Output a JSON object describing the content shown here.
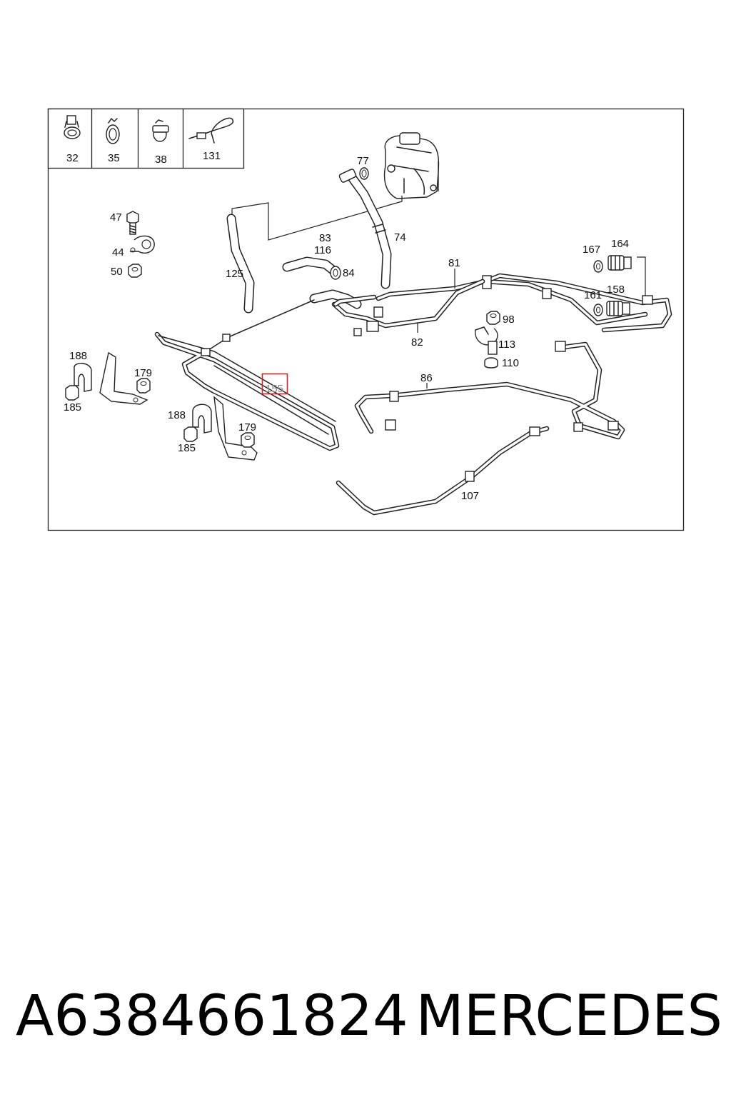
{
  "inset_parts": [
    {
      "label": "32",
      "icon": "hose-clamp-icon"
    },
    {
      "label": "35",
      "icon": "spring-clamp-icon"
    },
    {
      "label": "38",
      "icon": "clip-clamp-icon"
    },
    {
      "label": "131",
      "icon": "cable-tie-icon"
    }
  ],
  "callouts": {
    "p77": "77",
    "p74": "74",
    "p83": "83",
    "p116": "116",
    "p84": "84",
    "p125": "125",
    "p81": "81",
    "p82": "82",
    "p47": "47",
    "p44": "44",
    "p50": "50",
    "p167": "167",
    "p164": "164",
    "p161": "161",
    "p158": "158",
    "p98": "98",
    "p113": "113",
    "p110": "110",
    "p188a": "188",
    "p179a": "179",
    "p185a": "185",
    "p155": "155",
    "p86": "86",
    "p188b": "188",
    "p179b": "179",
    "p185b": "185",
    "p107": "107"
  },
  "highlight": {
    "label": "155",
    "color": "#d32020"
  },
  "caption": {
    "part_number": "A6384661824",
    "brand": "MERCEDES"
  }
}
